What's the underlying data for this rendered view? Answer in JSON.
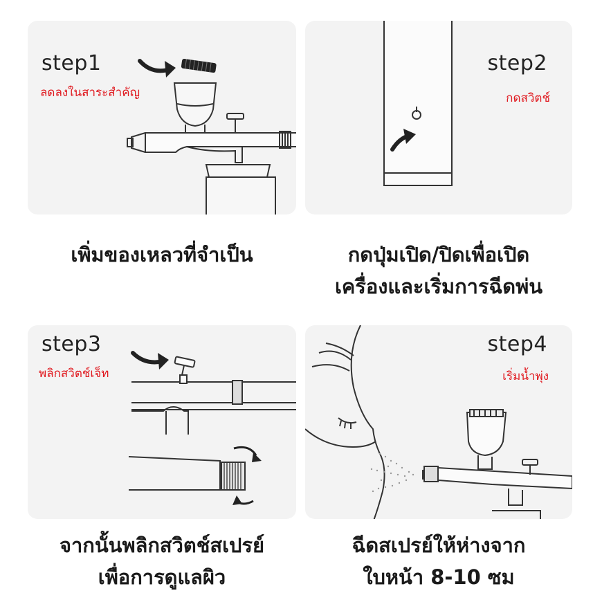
{
  "steps": [
    {
      "title": "step1",
      "subtitle": "ลดลงในสาระสำคัญ",
      "caption_lines": [
        "เพิ่มของเหลวที่จำเป็น"
      ]
    },
    {
      "title": "step2",
      "subtitle": "กดสวิตช์",
      "caption_lines": [
        "กดปุ่มเปิด/ปิดเพื่อเปิด",
        "เครื่องและเริ่มการฉีดพ่น"
      ]
    },
    {
      "title": "step3",
      "subtitle": "พลิกสวิตช์เจ็ท",
      "caption_lines": [
        "จากนั้นพลิกสวิตช์สเปรย์",
        "เพื่อการดูแลผิว"
      ]
    },
    {
      "title": "step4",
      "subtitle": "เริ่มน้ำพุ่ง",
      "caption_lines": [
        "ฉีดสเปรย์ให้ห่างจาก",
        "ใบหน้า 8-10 ซม"
      ]
    }
  ],
  "colors": {
    "panel_bg": "#f3f3f3",
    "subtitle": "#e0191f",
    "line_art": "#333333"
  }
}
